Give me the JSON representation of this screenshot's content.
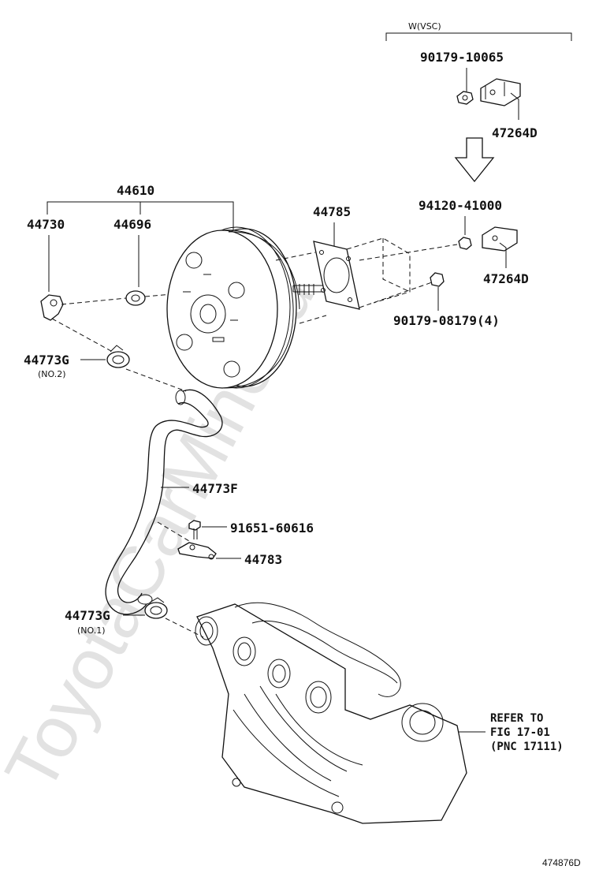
{
  "watermark": "ToyotaCarMine.ru",
  "labels": {
    "w_vsc": "W(VSC)",
    "p90179_10065": "90179-10065",
    "p47264d_top": "47264D",
    "p94120_41000": "94120-41000",
    "p47264d_mid": "47264D",
    "p90179_08179": "90179-08179(4)",
    "p44610": "44610",
    "p44730": "44730",
    "p44696": "44696",
    "p44785": "44785",
    "p44773g_no2": "44773G",
    "no2": "(NO.2)",
    "p44773f": "44773F",
    "p91651_60616": "91651-60616",
    "p44783": "44783",
    "p44773g_no1": "44773G",
    "no1": "(NO.1)",
    "refer_line1": "REFER TO",
    "refer_line2": "FIG 17-01",
    "refer_line3": "(PNC 17111)",
    "diagram_code": "474876D"
  }
}
